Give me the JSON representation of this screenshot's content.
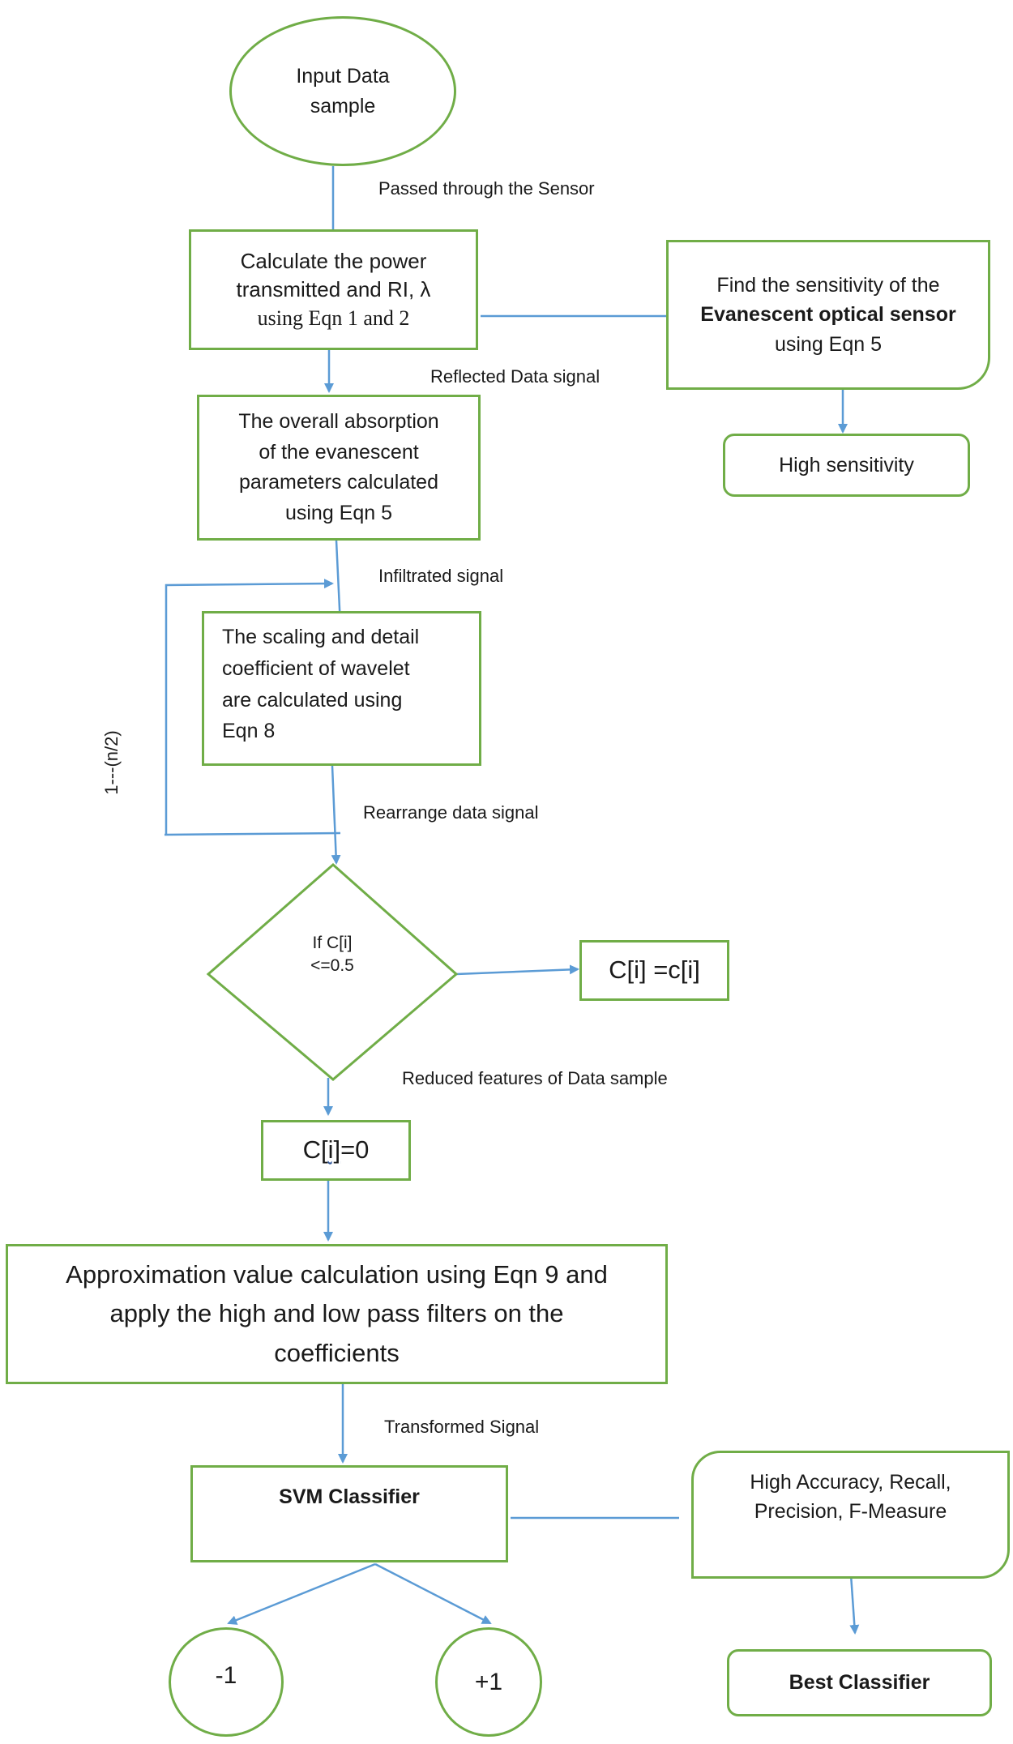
{
  "nodes": {
    "input": [
      "Input Data",
      "sample"
    ],
    "calc_power": [
      "Calculate the power",
      "transmitted and RI, λ",
      "using Eqn 1 and 2"
    ],
    "sensitivity": [
      "Find the sensitivity of the",
      "Evanescent optical sensor",
      "using Eqn 5"
    ],
    "high_sensitivity": "High sensitivity",
    "absorption": [
      "The overall absorption",
      "of the evanescent",
      "parameters calculated",
      "using Eqn 5"
    ],
    "wavelet": [
      "The scaling and detail",
      "coefficient of wavelet",
      "are calculated using",
      "Eqn 8"
    ],
    "decision": [
      "If C[i]",
      "<=0.5"
    ],
    "ci_eq_ci": "C[i] =c[i]",
    "ci_zero": {
      "pre": "C[",
      "wavy": "i]",
      "post": "=0"
    },
    "approx": [
      "Approximation value calculation using Eqn 9 and",
      "apply the high and low pass filters on the",
      "coefficients"
    ],
    "svm": "SVM Classifier",
    "metrics": [
      "High Accuracy, Recall,",
      "Precision, F-Measure"
    ],
    "best": "Best Classifier",
    "minus_one": "-1",
    "plus_one": "+1"
  },
  "edge_labels": {
    "passed": "Passed through the Sensor",
    "reflected": "Reflected Data signal",
    "infiltrated": "Infiltrated signal",
    "rearrange": "Rearrange data signal",
    "reduced": "Reduced features of Data sample",
    "transformed": "Transformed Signal",
    "loop": "1---(n/2)"
  },
  "colors": {
    "node_border": "#70ad47",
    "arrow": "#5b9bd5"
  }
}
